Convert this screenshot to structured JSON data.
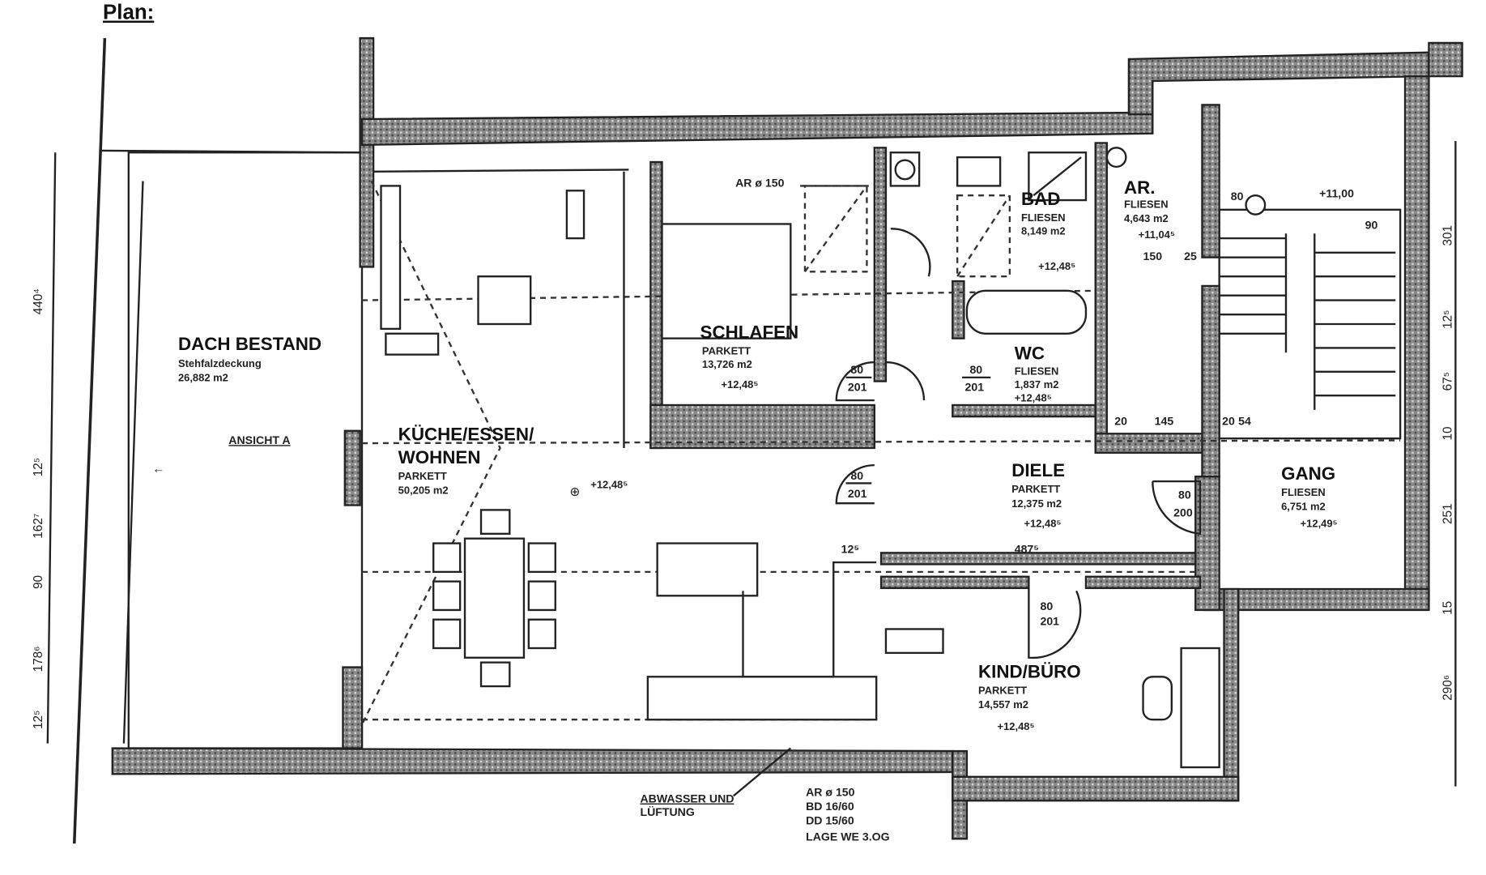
{
  "title": "Plan:",
  "rooms": {
    "dach": {
      "name": "DACH BESTAND",
      "floor": "Stehfalzdeckung",
      "area": "26,882 m2"
    },
    "kueche": {
      "name1": "KÜCHE/ESSEN/",
      "name2": "WOHNEN",
      "floor": "PARKETT",
      "area": "50,205 m2",
      "level": "+12,48⁵"
    },
    "schlafen": {
      "name": "SCHLAFEN",
      "floor": "PARKETT",
      "area": "13,726 m2",
      "level": "+12,48⁵"
    },
    "bad": {
      "name": "BAD",
      "floor": "FLIESEN",
      "area": "8,149 m2",
      "level": "+12,48⁵"
    },
    "ar": {
      "name": "AR.",
      "floor": "FLIESEN",
      "area": "4,643 m2",
      "level": "+11,04⁵"
    },
    "wc": {
      "name": "WC",
      "floor": "FLIESEN",
      "area": "1,837 m2",
      "level": "+12,48⁵"
    },
    "diele": {
      "name": "DIELE",
      "floor": "PARKETT",
      "area": "12,375 m2",
      "level": "+12,48⁵"
    },
    "gang": {
      "name": "GANG",
      "floor": "FLIESEN",
      "area": "6,751 m2",
      "level": "+12,49⁵"
    },
    "kind": {
      "name": "KIND/BÜRO",
      "floor": "PARKETT",
      "area": "14,557 m2",
      "level": "+12,48⁵"
    }
  },
  "annotations": {
    "ansicht": "ANSICHT A",
    "ar_top": "AR ø 150",
    "abwasser1": "ABWASSER UND",
    "abwasser2": "LÜFTUNG",
    "ar_bottom": [
      "AR ø 150",
      "BD 16/60",
      "DD 15/60",
      "LAGE WE 3.OG"
    ],
    "stair_level": "+11,00",
    "diele_dim": "487⁵",
    "kueche_dim": "12⁵",
    "dim_145": "145",
    "dim_20a": "20",
    "dim_20b": "20",
    "dim_54": "54",
    "dim_150": "150",
    "dim_25": "25",
    "dim_80": "80",
    "dim_90": "90"
  },
  "doors": [
    {
      "width": "80",
      "height": "201"
    },
    {
      "width": "80",
      "height": "201"
    },
    {
      "width": "80",
      "height": "201"
    },
    {
      "width": "80",
      "height": "200"
    },
    {
      "width": "80",
      "height": "201"
    }
  ],
  "dims_left": [
    "440⁴",
    "12⁵",
    "162⁷",
    "90",
    "178⁶",
    "12⁵"
  ],
  "dims_right": [
    "301",
    "12⁵",
    "67⁵",
    "10",
    "251",
    "15",
    "290⁶"
  ]
}
